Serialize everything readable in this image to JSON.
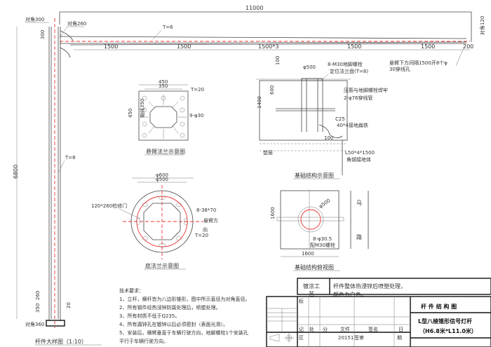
{
  "pole": {
    "total_length": "11000",
    "top_diag": "对角300",
    "arm_root_diag": "对角260",
    "arm_thickness": "T=6",
    "arm_spacing": [
      "1500",
      "1500",
      "1500*3",
      "1500",
      "1500"
    ],
    "arm_end": "200",
    "arm_tip_diag": "对角120",
    "arm_note_line1": "悬臂下方间隔1500开8个φ",
    "arm_note_line2": "30穿线孔",
    "top_dim": "300",
    "pole_thickness": "T=8",
    "height": "6800",
    "dim_260": "260",
    "dim_350": "350",
    "dim_20": "20",
    "base_diag": "对角360",
    "title": "杆件大样图（1:10）"
  },
  "arm_flange": {
    "w": "450",
    "inner_w": "350",
    "h": "450",
    "inner_h": "轴线350",
    "thickness": "T=20",
    "holes": "9-φ30",
    "title": "悬臂法兰示意图"
  },
  "base_flange": {
    "d_outer": "φ600",
    "d_inner": "φ500",
    "door": "120*260检修门",
    "slots": "8-38*70",
    "arm_dir": "悬臂方",
    "dir2": "向",
    "thickness": "T=20",
    "title": "底法兰示意图"
  },
  "foundation": {
    "dim_100_top": "100",
    "d500": "φ500",
    "bolts": "8-M30地脚螺栓",
    "plate": "定位法兰盘(T=8)",
    "welded": "压筋与地脚螺栓焊牢",
    "pipes": "2-φ76穿线管",
    "dim_600": "600",
    "dim_1400": "1400",
    "concrete": "C25",
    "ground_iron": "40*4接地扁铁",
    "dim_100_bot": "100",
    "cushion": "垫层",
    "angle": "L50*4*1500",
    "angle_note": "角钢接地体",
    "title": "基础结构示意图"
  },
  "plan": {
    "d500": "φ500",
    "holes": "8-φ30.5",
    "bolts": "配M30螺栓",
    "dim_h": "1600",
    "dim_w": "1600",
    "road1": "马",
    "road2": "路",
    "title": "基础结构俯视图"
  },
  "requirements": {
    "heading": "技术要求：",
    "items": [
      "1、立杆，横杆皆为八边形锥形，图中所示直径为对角直径。",
      "2、所有钢件经热浸锌防腐处理后，喷塑处理。",
      "3、所有材质不低于Q235。",
      "4、所有漏钟孔在镀锌以后必须密封（表面光滑）。",
      "5、安装后，横臂垂直于车辆行驶方向，地脚螺栓1个安装孔",
      "平行于车辆行驶方向。"
    ]
  },
  "title_block": {
    "coating_label": "镀涂工",
    "coating_label2": "艺",
    "coating_text1": "杆件整体热浸锌后喷塑处理，",
    "coating_text2": "颜色为白色。",
    "cols": [
      "处",
      "分",
      "文件",
      "签名",
      "日"
    ],
    "row_labels": [
      "标",
      "记",
      "区",
      "期"
    ],
    "date": "20151",
    "sign": "签审",
    "title": "杆 件 结 构 图",
    "subtitle1": "L型八棱锥形信号灯杆",
    "subtitle2": "（H6.8米*L11.0米）"
  }
}
